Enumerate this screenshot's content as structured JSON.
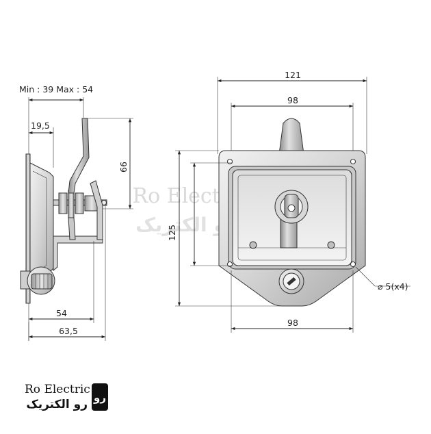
{
  "side_view": {
    "range_label": "Min : 39 Max : 54",
    "dim_depth": "19,5",
    "dim_handle": "66",
    "dim_54": "54",
    "dim_63_5": "63,5"
  },
  "front_view": {
    "dim_outer_width": "121",
    "dim_inner_width": "98",
    "dim_height": "125",
    "dim_bottom_width": "98",
    "hole_callout": "⌀ 5(x4)"
  },
  "watermark": {
    "en": "Ro Electric",
    "fa": "رو الکتریک"
  },
  "logo": {
    "en": "Ro Electric",
    "fa": "رو الکتریک",
    "mark": "رو"
  },
  "colors": {
    "metal_light": "#e8e8e8",
    "metal_mid": "#bdbdbd",
    "metal_dark": "#7a7a7a",
    "line": "#222222"
  }
}
